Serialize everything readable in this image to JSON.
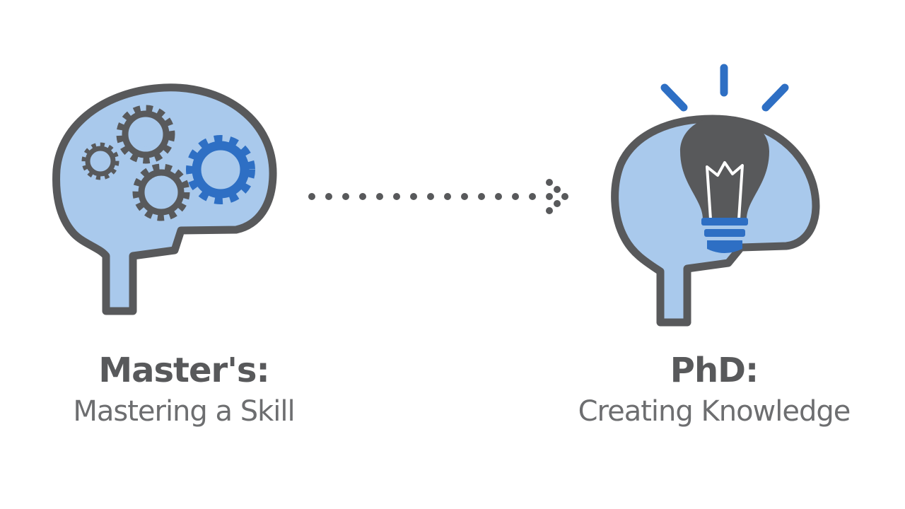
{
  "colors": {
    "outline": "#58595b",
    "brain_fill": "#a9c9ec",
    "accent_blue": "#2e6fc4",
    "background": "#ffffff"
  },
  "masters": {
    "title": "Master's:",
    "subtitle": "Mastering a Skill",
    "icon": "brain-with-gears-icon"
  },
  "phd": {
    "title": "PhD:",
    "subtitle": "Creating Knowledge",
    "icon": "brain-with-lightbulb-icon"
  },
  "connector": {
    "icon": "dotted-arrow-icon"
  }
}
